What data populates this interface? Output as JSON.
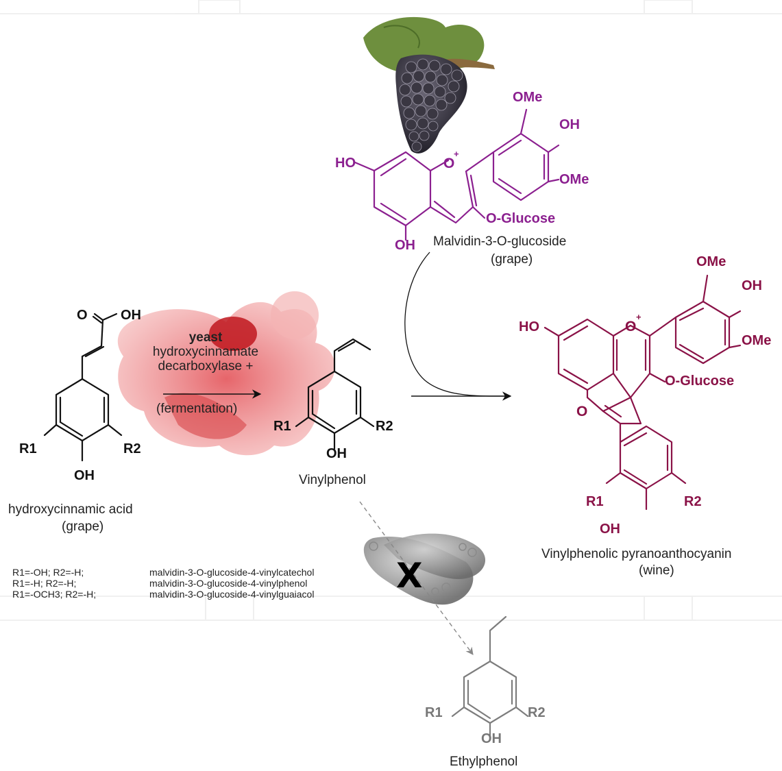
{
  "colors": {
    "malvidin": "#8b1f8f",
    "pyrano": "#8a1247",
    "black": "#111111",
    "faded": "#777777"
  },
  "icons": {
    "grape": "grape-cluster-icon",
    "yeast": "yeast-cell-icon",
    "bacteria": "bacteria-cell-icon",
    "blocked": "x-mark-icon"
  },
  "malvidin": {
    "name": "Malvidin-3-O-glucoside",
    "source": "(grape)",
    "atoms": {
      "ome_top": "OMe",
      "oh": "OH",
      "ome_bottom": "OMe",
      "ho": "HO",
      "o_plus": "O",
      "plus": "+",
      "o_glucose": "O-Glucose",
      "oh_bottom": "OH"
    }
  },
  "acid": {
    "name": "hydroxycinnamic acid",
    "source": "(grape)",
    "atoms": {
      "o": "O",
      "oh": "OH",
      "r1": "R1",
      "r2": "R2",
      "oh_bottom": "OH"
    }
  },
  "step": {
    "organism": "yeast",
    "enzyme_line1": "hydroxycinnamate",
    "enzyme_line2": "decarboxylase +",
    "process": "(fermentation)"
  },
  "vinylphenol": {
    "name": "Vinylphenol",
    "atoms": {
      "r1": "R1",
      "r2": "R2",
      "oh": "OH"
    }
  },
  "pyrano": {
    "name": "Vinylphenolic pyranoanthocyanin",
    "source": "(wine)",
    "atoms": {
      "ome_top": "OMe",
      "oh": "OH",
      "ome_bottom": "OMe",
      "ho": "HO",
      "o_plus": "O",
      "plus": "+",
      "o_glucose": "O-Glucose",
      "o_ring": "O",
      "r1": "R1",
      "r2": "R2",
      "oh_bottom": "OH"
    }
  },
  "ethylphenol": {
    "name": "Ethylphenol",
    "atoms": {
      "r1": "R1",
      "r2": "R2",
      "oh": "OH"
    }
  },
  "blocked_mark": "X",
  "legend": {
    "rows": [
      {
        "sub": "R1=-OH; R2=-H;",
        "product": "malvidin-3-O-glucoside-4-vinylcatechol"
      },
      {
        "sub": "R1=-H; R2=-H;",
        "product": "malvidin-3-O-glucoside-4-vinylphenol"
      },
      {
        "sub": "R1=-OCH3; R2=-H;",
        "product": "malvidin-3-O-glucoside-4-vinylguaiacol"
      }
    ]
  }
}
